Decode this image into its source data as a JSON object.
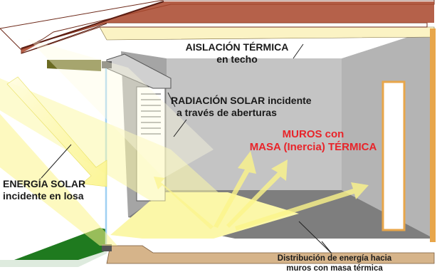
{
  "labels": {
    "roof_insulation": {
      "line1": "AISLACIÓN TÉRMICA",
      "line2": "en techo"
    },
    "window_radiation": {
      "line1": "RADIACIÓN SOLAR incidente",
      "line2": "a través de aberturas"
    },
    "thermal_walls": {
      "line1": "MUROS con",
      "line2": "MASA (Inercia) TÉRMICA"
    },
    "solar_slab": {
      "line1": "ENERGÍA SOLAR",
      "line2": "incidente en losa"
    },
    "energy_distribution": {
      "line1": "Distribución de energía hacia",
      "line2": "muros con masa térmica"
    }
  },
  "colors": {
    "roof": "#a8452a",
    "insulation": "#fbf3c4",
    "wall_gray": "#a9a9a9",
    "back_wall": "#c4c4c4",
    "floor": "#787878",
    "slab": "#d6b48a",
    "sun_light": "#fbf7a8",
    "overhang": "#6b6b22",
    "grass": "#1f7a1f",
    "red_text": "#e8242a",
    "door_frame": "#e8a64a"
  }
}
